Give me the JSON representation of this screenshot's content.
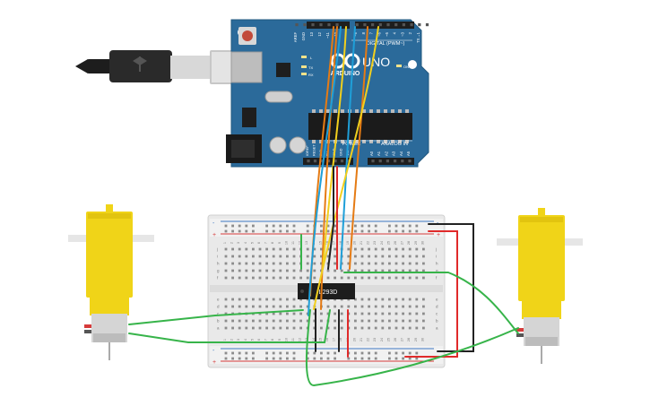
{
  "scene": {
    "background": "#ffffff"
  },
  "arduino": {
    "brand": "ARDUINO",
    "model": "UNO",
    "digital_label": "DIGITAL (PWM~)",
    "power_label": "POWER",
    "analog_label": "ANALOG IN",
    "on_label": "ON",
    "l_label": "L",
    "tx_label": "TX",
    "rx_label": "RX",
    "top_pin_labels": [
      "AREF",
      "GND",
      "13",
      "12",
      "~11",
      "~10",
      "~9",
      "8",
      "7",
      "~6",
      "~5",
      "4",
      "~3",
      "2",
      "TX→1",
      "RX←0"
    ],
    "power_pin_labels": [
      "IOREF",
      "RESET",
      "3V3",
      "5V",
      "GND",
      "GND",
      "VIN"
    ],
    "analog_pin_labels": [
      "A0",
      "A1",
      "A2",
      "A3",
      "A4",
      "A5"
    ],
    "board_color": "#2b6a9a"
  },
  "chip": {
    "label": "L293D"
  },
  "breadboard": {
    "col_numbers": [
      "1",
      "2",
      "3",
      "4",
      "5",
      "6",
      "7",
      "8",
      "9",
      "10",
      "11",
      "12",
      "13",
      "14",
      "15",
      "16",
      "17",
      "18",
      "19",
      "20",
      "21",
      "22",
      "23",
      "24",
      "25",
      "26",
      "27",
      "28",
      "29",
      "30"
    ],
    "row_letters_top": [
      "j",
      "i",
      "h",
      "g",
      "f"
    ],
    "row_letters_bottom": [
      "e",
      "d",
      "c",
      "b",
      "a"
    ],
    "plus_label": "+",
    "minus_label": "-"
  },
  "wire_colors": {
    "orange": "#e57b14",
    "blue": "#1f9fd8",
    "yellow": "#f2cf1d",
    "green": "#37b44a",
    "red": "#e02a2a",
    "black": "#222222"
  },
  "icons": [
    "usb-cable-icon",
    "dc-motor-icon"
  ]
}
